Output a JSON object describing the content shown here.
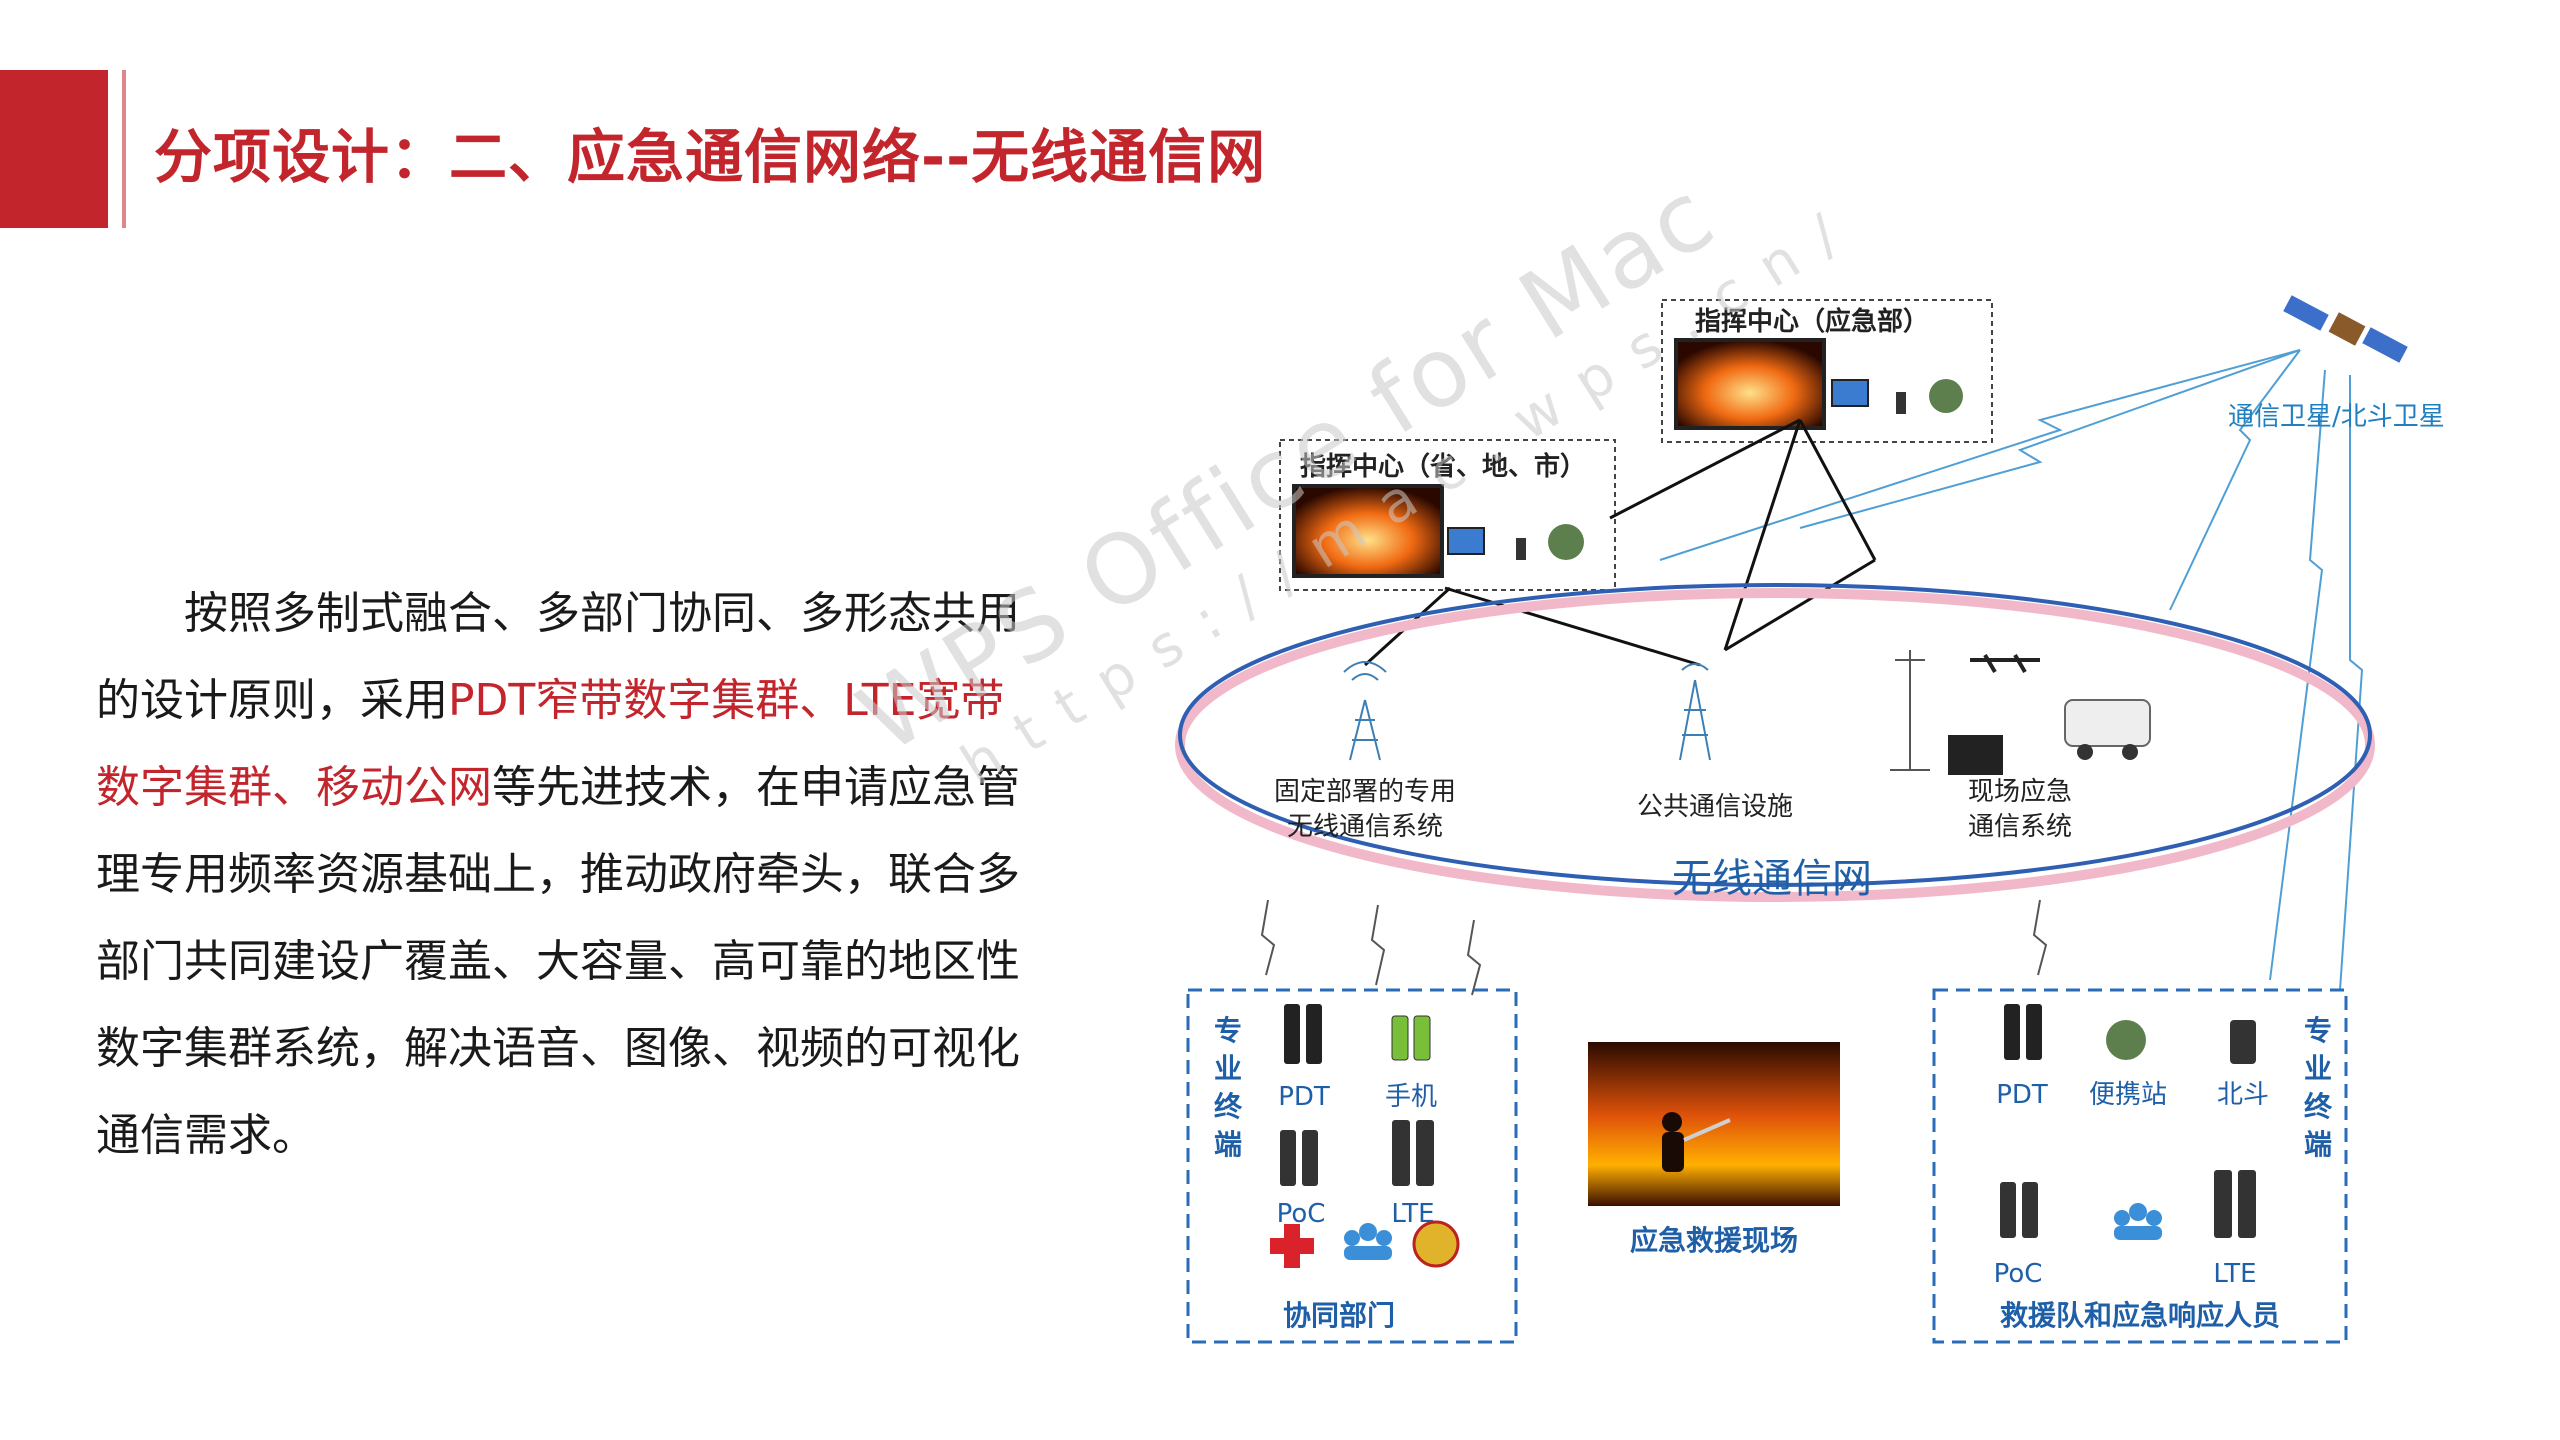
{
  "slide": {
    "title": "分项设计：二、应急通信网络--无线通信网",
    "accent_color": "#c3252c"
  },
  "body": {
    "p1": "按照多制式融合、多部门协同、多形态共用的设计原则，采用",
    "highlight": "PDT窄带数字集群、LTE宽带数字集群、移动公网",
    "p2": "等先进技术，在申请应急管理专用频率资源基础上，推动政府牵头，联合多部门共同建设广覆盖、大容量、高可靠的地区性数字集群系统，解决语音、图像、视频的可视化通信需求。"
  },
  "watermark": {
    "line1": "WPS Office for Mac",
    "line2": "https://mac.wps.cn/"
  },
  "diagram": {
    "command_center_top": "指挥中心（应急部）",
    "command_center_left": "指挥中心（省、地、市）",
    "satellite": "通信卫星/北斗卫星",
    "network_label": "无线通信网",
    "fixed_system": [
      "固定部署的专用",
      "无线通信系统"
    ],
    "public_facility": "公共通信设施",
    "onsite_system": [
      "现场应急",
      "通信系统"
    ],
    "left_box": {
      "vertical_label": [
        "专",
        "业",
        "终",
        "端"
      ],
      "pdt": "PDT",
      "phone": "手机",
      "poc": "PoC",
      "lte": "LTE",
      "caption": "协同部门"
    },
    "center_scene": "应急救援现场",
    "right_box": {
      "vertical_label": [
        "专",
        "业",
        "终",
        "端"
      ],
      "pdt": "PDT",
      "portable_station": "便携站",
      "beidou": "北斗",
      "poc": "PoC",
      "lte": "LTE",
      "caption": "救援队和应急响应人员"
    },
    "colors": {
      "label_blue": "#1f5fa8",
      "dash_blue": "#2b6cb8",
      "ellipse_blue": "#2f5fb3",
      "ellipse_pink": "#f0b8c8",
      "radio_teal": "#3d7fb5"
    }
  }
}
